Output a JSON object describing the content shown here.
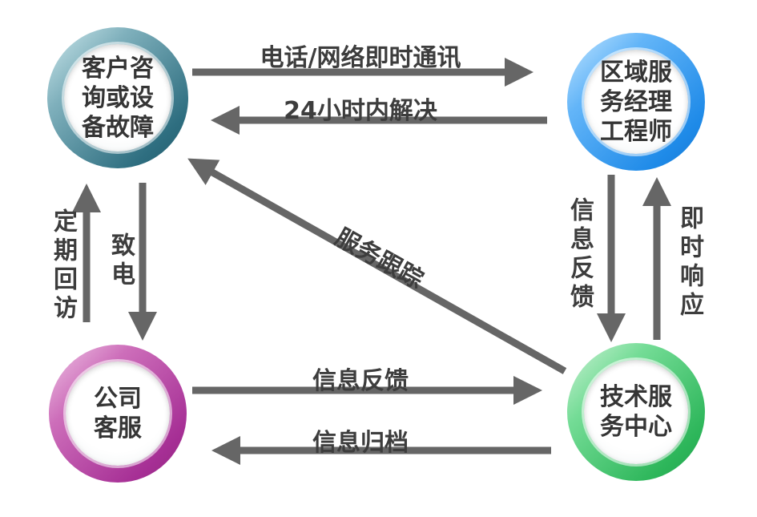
{
  "diagram": {
    "title": "customer-service-flow",
    "arrow_color": "#666666",
    "text_color": "#3d3d3d",
    "nodes": {
      "customer_issue": {
        "lines": [
          "客户咨",
          "询或设",
          "备故障"
        ],
        "color": "#2e6e80"
      },
      "regional_manager": {
        "lines": [
          "区域服",
          "务经理",
          "工程师"
        ],
        "color": "#1e8ae8"
      },
      "company_service": {
        "lines": [
          "公司",
          "客服"
        ],
        "color": "#a62f95"
      },
      "tech_center": {
        "lines": [
          "技术服",
          "务中心"
        ],
        "color": "#2db65a"
      }
    },
    "edges": {
      "top_forward": "电话/网络即时通讯",
      "top_back": "24小时内解决",
      "left_up": "定期回访",
      "left_down": "致电",
      "right_down": "信息反馈",
      "right_up": "即时响应",
      "bottom_forward": "信息反馈",
      "bottom_back": "信息归档",
      "diagonal": "服务跟踪"
    }
  }
}
